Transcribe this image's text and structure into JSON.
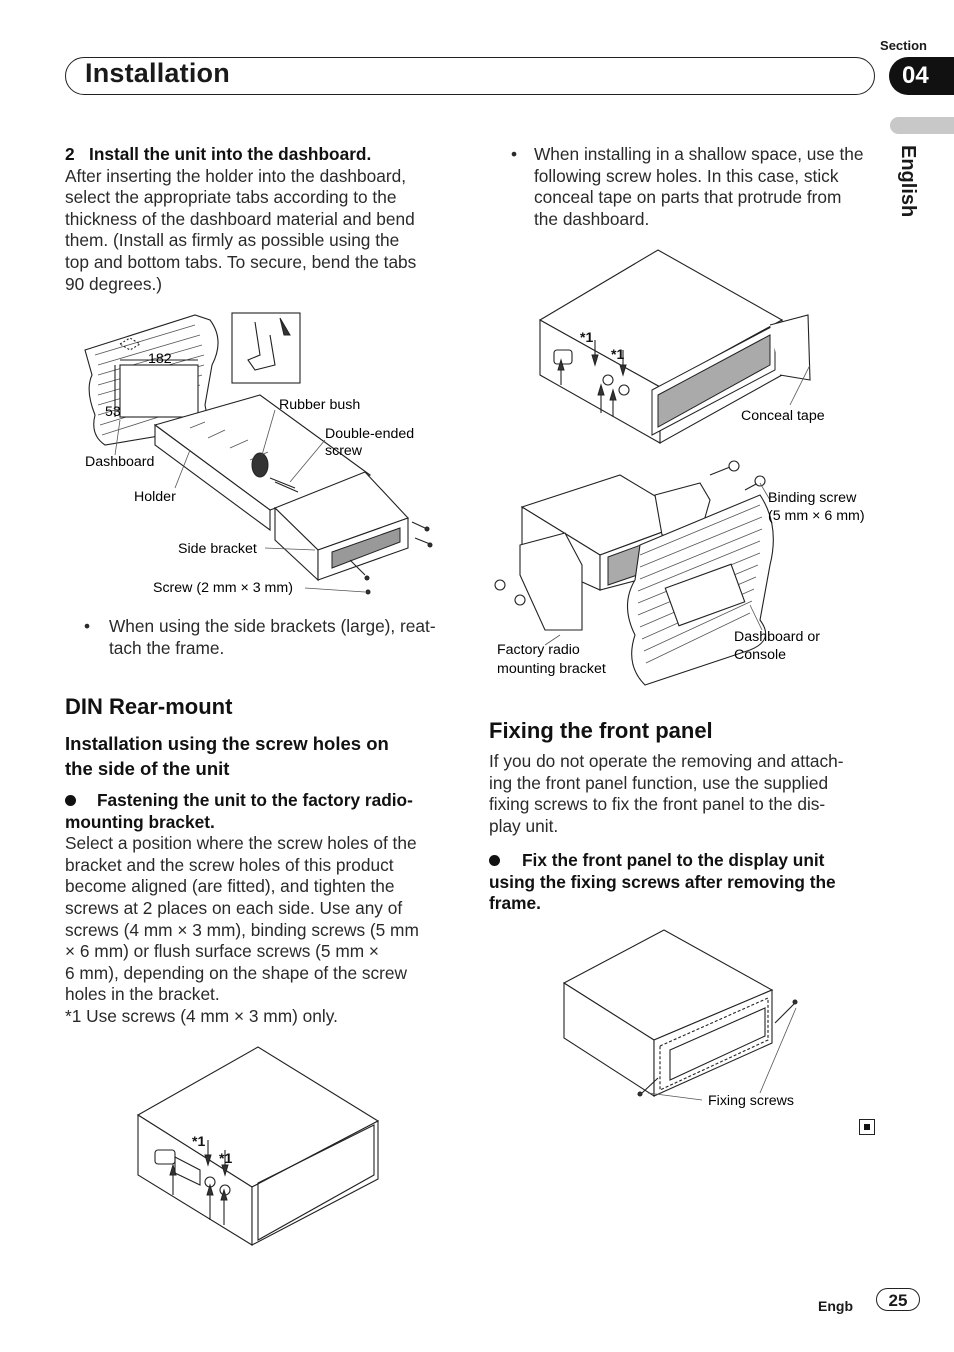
{
  "header": {
    "section_label": "Section",
    "section_number": "04",
    "title": "Installation",
    "language": "English"
  },
  "left": {
    "step_number": "2",
    "step_title": "Install the unit into the dashboard.",
    "step_body": [
      "After inserting the holder into the dashboard,",
      "select the appropriate tabs according to the",
      "thickness of the dashboard material and bend",
      "them. (Install as firmly as possible using the",
      "top and bottom tabs. To secure, bend the tabs",
      "90 degrees.)"
    ],
    "fig1": {
      "dim_width": "182",
      "dim_height": "53",
      "dashboard": "Dashboard",
      "holder": "Holder",
      "rubber_bush": "Rubber bush",
      "double_ended_screw_1": "Double-ended",
      "double_ended_screw_2": "screw",
      "side_bracket": "Side bracket",
      "screw": "Screw (2 mm × 3 mm)"
    },
    "side_bracket_note": [
      "When using the side brackets (large), reat-",
      "tach the frame."
    ],
    "din_heading": "DIN Rear-mount",
    "screw_holes_heading": [
      "Installation using the screw holes on",
      "the side of the unit"
    ],
    "bracket_bullet": [
      "Fastening the unit to the factory radio-",
      "mounting bracket."
    ],
    "bracket_body": [
      "Select a position where the screw holes of the",
      "bracket and the screw holes of this product",
      "become aligned (are fitted), and tighten the",
      "screws at 2 places on each side. Use any of",
      "screws (4 mm × 3 mm), binding screws (5 mm",
      "× 6 mm) or flush surface screws (5 mm ×",
      "6 mm), depending on the shape of the screw",
      "holes in the bracket.",
      "*1 Use screws (4 mm × 3 mm) only."
    ],
    "fig3": {
      "mark_1": "*1",
      "mark_2": "*1"
    }
  },
  "right": {
    "shallow_note": [
      "When installing in a shallow space, use the",
      "following screw holes. In this case, stick",
      "conceal tape on parts that protrude from",
      "the dashboard."
    ],
    "fig2": {
      "mark_1": "*1",
      "mark_2": "*1",
      "conceal_tape": "Conceal tape",
      "binding_screw_1": "Binding screw",
      "binding_screw_2": "(5 mm × 6 mm)",
      "factory_bracket_1": "Factory radio",
      "factory_bracket_2": "mounting bracket",
      "dashboard_console_1": "Dashboard or",
      "dashboard_console_2": "Console"
    },
    "front_panel_heading": "Fixing the front panel",
    "front_panel_body": [
      "If you do not operate the removing and attach-",
      "ing the front panel function, use the supplied",
      "fixing screws to fix the front panel to the dis-",
      "play unit."
    ],
    "fix_bullet": [
      "Fix the front panel to the display unit",
      "using the fixing screws after removing the",
      "frame."
    ],
    "fig4": {
      "fixing_screws": "Fixing screws"
    }
  },
  "footer": {
    "lang_code": "Engb",
    "page": "25"
  }
}
